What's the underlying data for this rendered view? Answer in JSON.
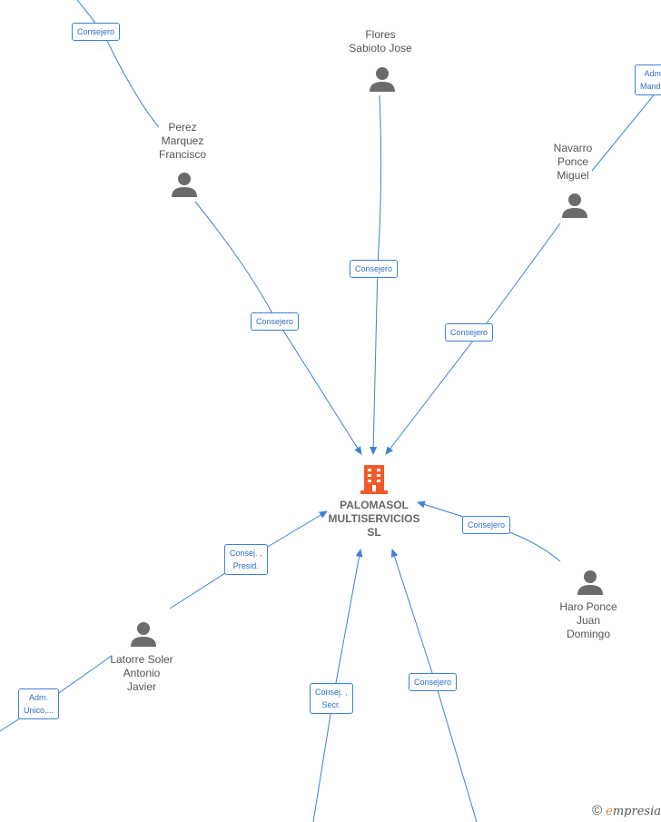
{
  "company": {
    "name": "PALOMASOL\nMULTISERVICIOS\nSL",
    "icon": "building-icon",
    "color": "#f05a28"
  },
  "people": [
    {
      "id": "flores",
      "name": "Flores\nSabioto Jose"
    },
    {
      "id": "perez",
      "name": "Perez\nMarquez\nFrancisco"
    },
    {
      "id": "navarro",
      "name": "Navarro\nPonce\nMiguel"
    },
    {
      "id": "haro",
      "name": "Haro Ponce\nJuan\nDomingo"
    },
    {
      "id": "latorre",
      "name": "Latorre Soler\nAntonio\nJavier"
    }
  ],
  "edges": [
    {
      "id": "e1",
      "label": "Consejero"
    },
    {
      "id": "e2",
      "label": "Consejero"
    },
    {
      "id": "e3",
      "label": "Consejero"
    },
    {
      "id": "e4",
      "label": "Adm.\nMand..."
    },
    {
      "id": "e5",
      "label": "Consejero"
    },
    {
      "id": "e6",
      "label": "Consejero"
    },
    {
      "id": "e7",
      "label": "Consej. ,\nPresid."
    },
    {
      "id": "e8",
      "label": "Adm.\nUnico,..."
    },
    {
      "id": "e9",
      "label": "Consej. ,\nSecr."
    },
    {
      "id": "e10",
      "label": "Consejero"
    }
  ],
  "watermark": {
    "copyright": "©",
    "brand_initial": "e",
    "brand_rest": "mpresia"
  },
  "colors": {
    "edge": "#3b82d6",
    "node_icon": "#6b6b6b",
    "text": "#555555"
  }
}
